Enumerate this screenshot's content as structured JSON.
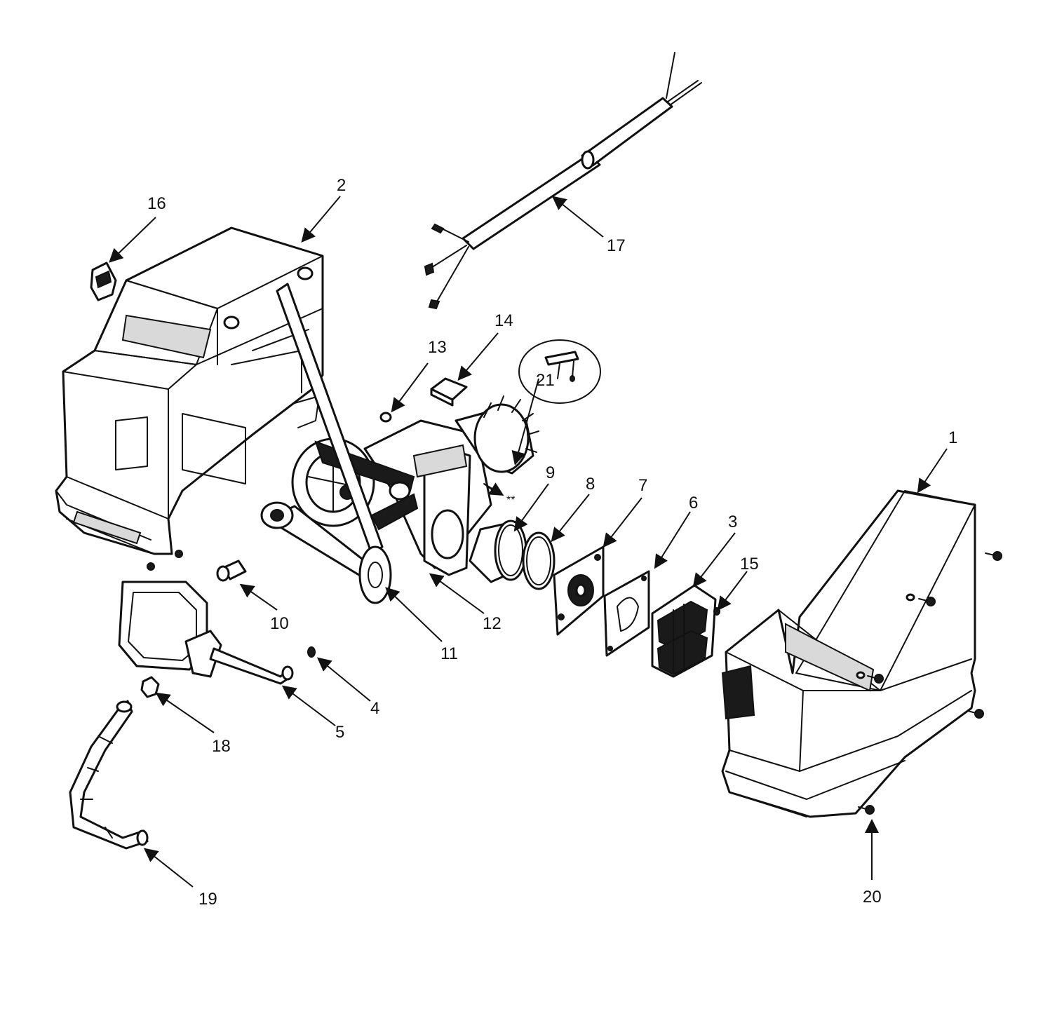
{
  "callouts": [
    {
      "id": "1",
      "label": "1"
    },
    {
      "id": "2",
      "label": "2"
    },
    {
      "id": "3",
      "label": "3"
    },
    {
      "id": "4",
      "label": "4"
    },
    {
      "id": "5",
      "label": "5"
    },
    {
      "id": "6",
      "label": "6"
    },
    {
      "id": "7",
      "label": "7"
    },
    {
      "id": "8",
      "label": "8"
    },
    {
      "id": "9",
      "label": "9"
    },
    {
      "id": "10",
      "label": "10"
    },
    {
      "id": "11",
      "label": "11"
    },
    {
      "id": "12",
      "label": "12"
    },
    {
      "id": "13",
      "label": "13"
    },
    {
      "id": "14",
      "label": "14"
    },
    {
      "id": "15",
      "label": "15"
    },
    {
      "id": "16",
      "label": "16"
    },
    {
      "id": "17",
      "label": "17"
    },
    {
      "id": "18",
      "label": "18"
    },
    {
      "id": "19",
      "label": "19"
    },
    {
      "id": "20",
      "label": "20"
    },
    {
      "id": "21",
      "label": "21"
    }
  ],
  "motor_note": "**",
  "colors": {
    "ink": "#111111",
    "paper": "#ffffff"
  }
}
